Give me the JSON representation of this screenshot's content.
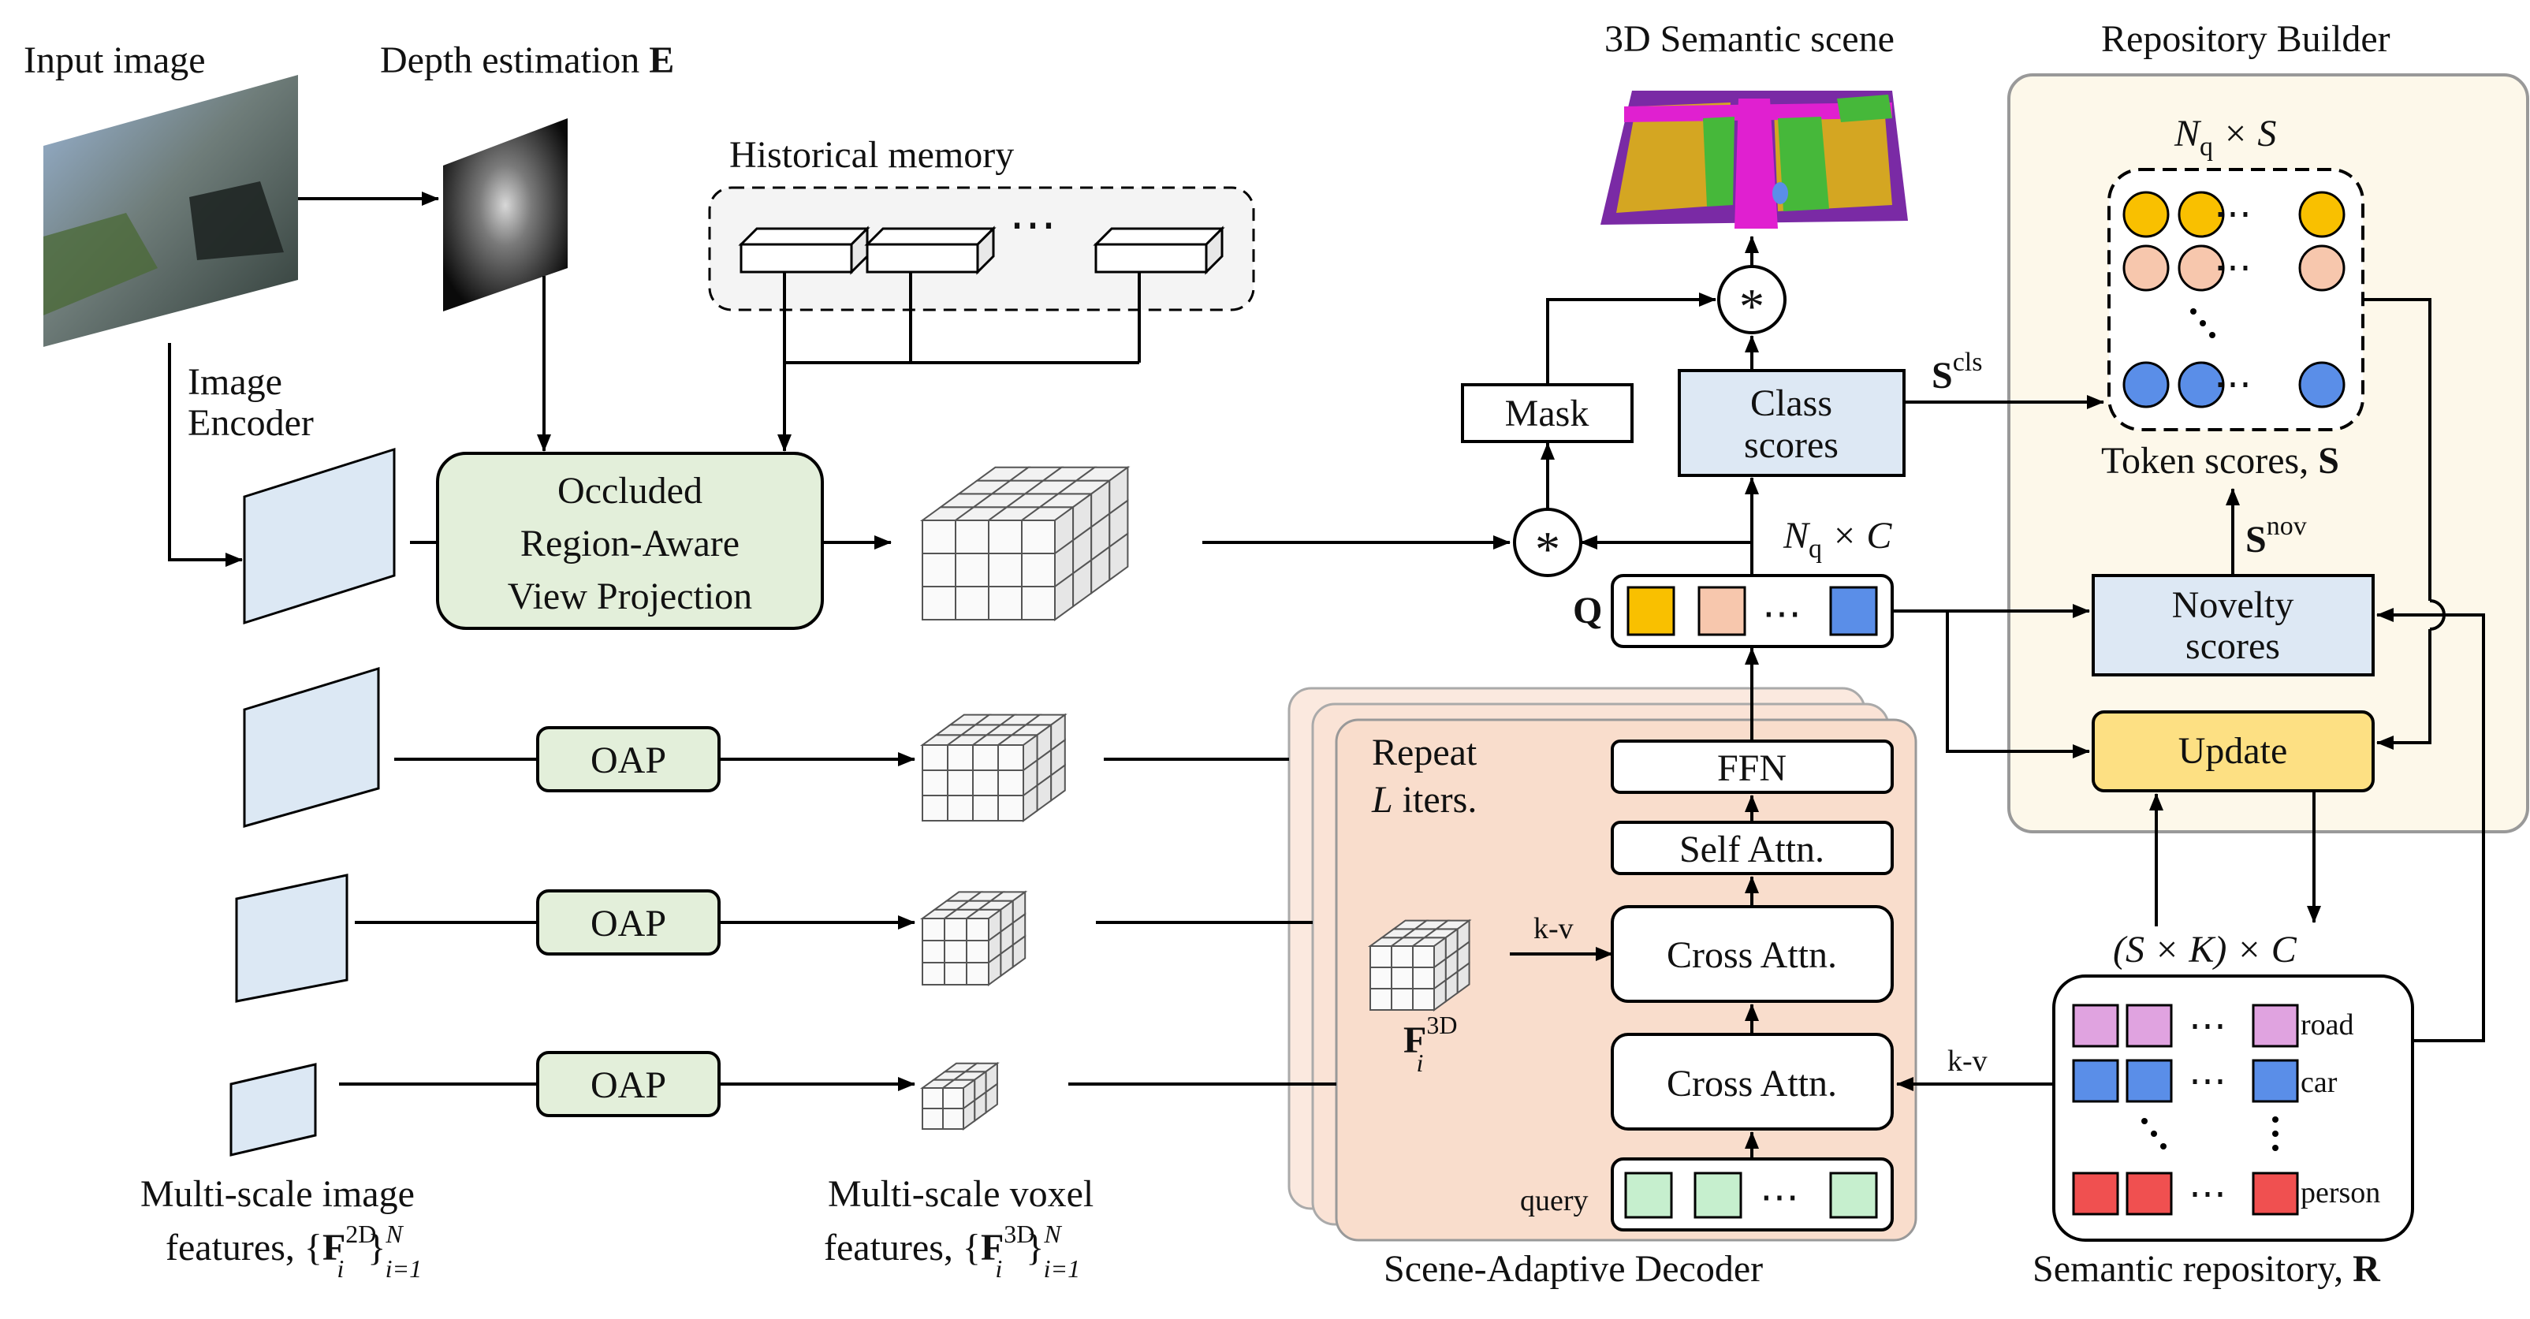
{
  "labels": {
    "input_image": "Input image",
    "depth_estimation": "Depth estimation ",
    "depth_symbol": "E",
    "historical_memory": "Historical memory",
    "image_encoder_1": "Image",
    "image_encoder_2": "Encoder",
    "orvp_1": "Occluded",
    "orvp_2": "Region-Aware",
    "orvp_3": "View Projection",
    "oap": "OAP",
    "ms_image_1": "Multi-scale image",
    "ms_image_2": "features, {",
    "ms_voxel_1": "Multi-scale voxel",
    "ms_voxel_2": "features, {",
    "feat_2d_sup": "2D",
    "feat_3d_sup": "3D",
    "feat_idx": "i",
    "feat_range_sup": "N",
    "feat_range_sub": "i=1",
    "feat_F": "F",
    "scene_3d": "3D Semantic scene",
    "repo_builder": "Repository Builder",
    "nq_s_N": "N",
    "nq_s_q": "q",
    "nq_s_rest": " × S",
    "mask": "Mask",
    "class_scores_1": "Class",
    "class_scores_2": "scores",
    "s_cls_S": "S",
    "s_cls_sup": "cls",
    "token_scores": "Token scores, ",
    "token_S": "S",
    "s_nov_S": "S",
    "s_nov_sup": "nov",
    "nq_c_N": "N",
    "nq_c_q": "q",
    "nq_c_rest": " × C",
    "q_symbol": "Q",
    "novelty_1": "Novelty",
    "novelty_2": "scores",
    "update": "Update",
    "ffn": "FFN",
    "self_attn": "Self Attn.",
    "cross_attn": "Cross Attn.",
    "repeat_1": "Repeat",
    "repeat_2": " iters.",
    "repeat_L": "L",
    "kv": "k-v",
    "fi3d_F": "F",
    "fi3d_sup": "3D",
    "fi3d_sub": "i",
    "query": "query",
    "decoder": "Scene-Adaptive Decoder",
    "skc": "(S × K) × C",
    "road": "road",
    "car": "car",
    "person": "person",
    "sem_repo": "Semantic repository, ",
    "sem_R": "R",
    "dots": "⋯",
    "star": "*"
  },
  "colors": {
    "green_box": "#e3efda",
    "blue_box": "#dde8f4",
    "gold_box": "#fde083",
    "orange_panel": "#fbe4d6",
    "cream_panel": "#fdf8ea",
    "token_orange": "#f9c000",
    "token_peach": "#f7c7ad",
    "token_blue": "#5a8ee8",
    "q_orange": "#f9c000",
    "q_peach": "#f7c7ad",
    "q_blue": "#5a8ee8",
    "query_green": "#c6efce",
    "road_pink": "#e0a3e0",
    "car_blue": "#5a8ee8",
    "person_red": "#f05050"
  }
}
